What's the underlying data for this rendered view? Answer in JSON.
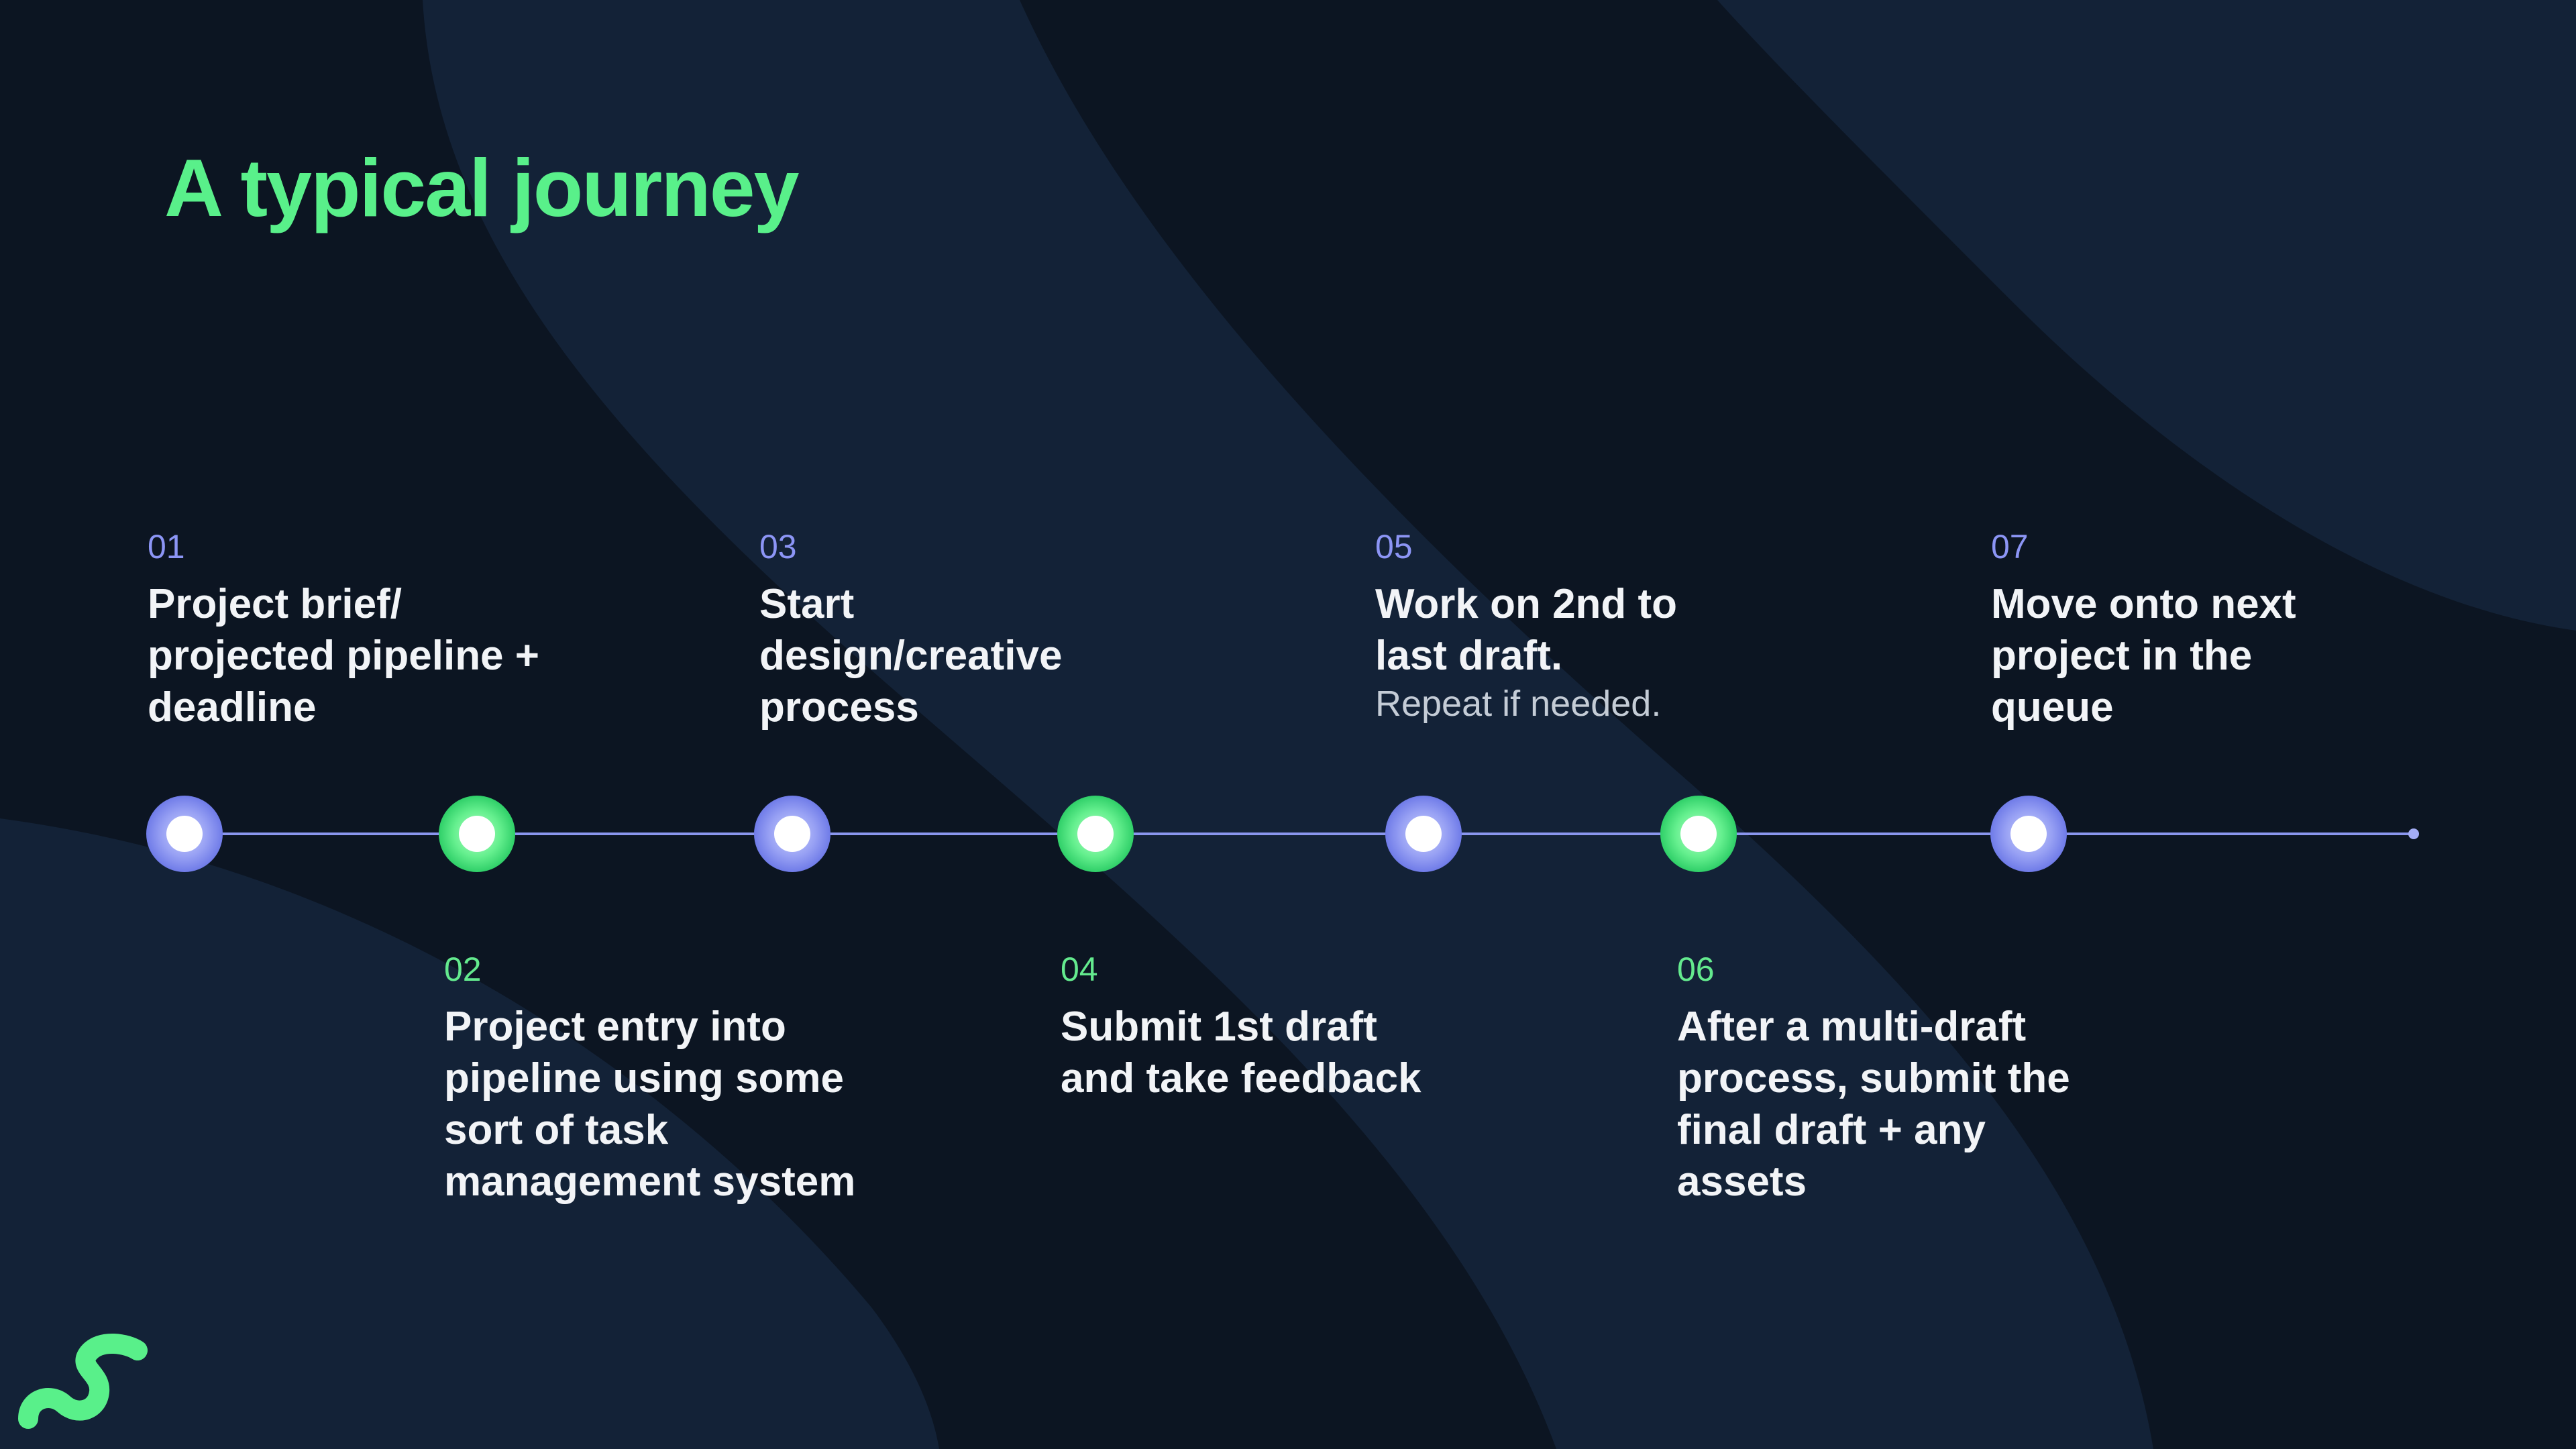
{
  "slide": {
    "title": "A typical journey"
  },
  "colors": {
    "background": "#0c1522",
    "background_wave": "#142337",
    "accent_green": "#59f08a",
    "accent_blue": "#8c95f5",
    "line": "#8a96ee"
  },
  "steps": [
    {
      "num": "01",
      "text": "Project brief/\nprojected pipeline +\ndeadline",
      "color": "blue"
    },
    {
      "num": "02",
      "text": "Project entry into\npipeline using some\nsort of task\nmanagement system",
      "color": "green"
    },
    {
      "num": "03",
      "text": "Start\ndesign/creative\nprocess",
      "color": "blue"
    },
    {
      "num": "04",
      "text": "Submit 1st draft\nand take feedback",
      "color": "green"
    },
    {
      "num": "05",
      "text": "Work on 2nd to\nlast draft.",
      "note": "Repeat if needed.",
      "color": "blue"
    },
    {
      "num": "06",
      "text": "After a multi-draft\nprocess, submit the\nfinal draft + any\nassets",
      "color": "green"
    },
    {
      "num": "07",
      "text": "Move onto next\nproject in the\nqueue",
      "color": "blue"
    }
  ],
  "logo": {
    "icon": "wave-s-logo-icon"
  }
}
